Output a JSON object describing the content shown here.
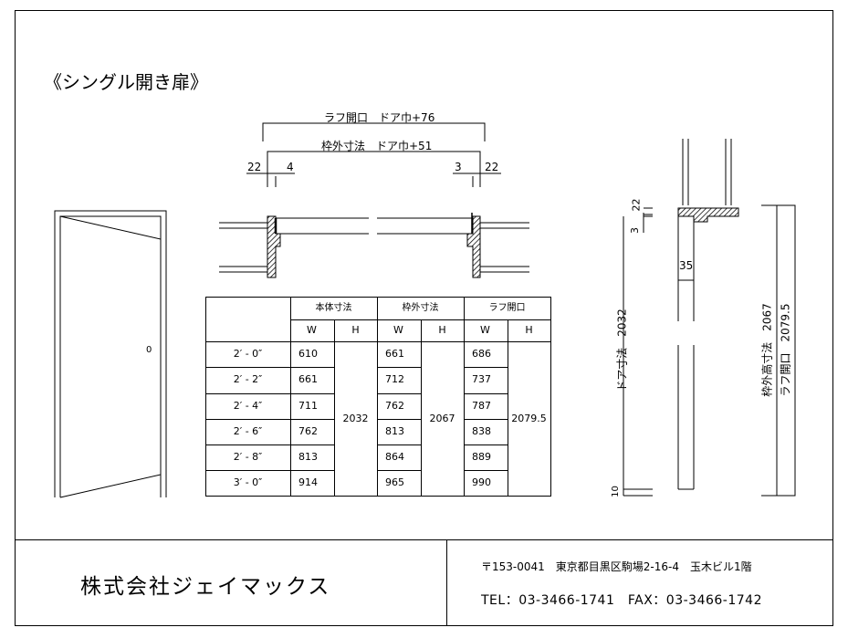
{
  "title": "《シングル開き扉》",
  "plan": {
    "rough_label": "ラフ開口　ドア巾+76",
    "frame_label": "枠外寸法　ドア巾+51",
    "dim_left_outer": "22",
    "dim_left_inner": "4",
    "dim_right_inner": "3",
    "dim_right_outer": "22"
  },
  "elevation": {
    "handle": "0"
  },
  "table": {
    "groups": [
      "本体寸法",
      "枠外寸法",
      "ラフ開口"
    ],
    "sub": [
      "W",
      "H",
      "W",
      "H",
      "W",
      "H"
    ],
    "rows": [
      {
        "size": "2′ - 0″",
        "w1": "610",
        "w2": "661",
        "w3": "686"
      },
      {
        "size": "2′ - 2″",
        "w1": "661",
        "w2": "712",
        "w3": "737"
      },
      {
        "size": "2′ - 4″",
        "w1": "711",
        "w2": "762",
        "w3": "787"
      },
      {
        "size": "2′ - 6″",
        "w1": "762",
        "w2": "813",
        "w3": "838"
      },
      {
        "size": "2′ - 8″",
        "w1": "813",
        "w2": "864",
        "w3": "889"
      },
      {
        "size": "3′ - 0″",
        "w1": "914",
        "w2": "965",
        "w3": "990"
      }
    ],
    "h1": "2032",
    "h2": "2067",
    "h3": "2079.5"
  },
  "section": {
    "dim_22": "22",
    "dim_3": "3",
    "dim_35": "35",
    "door_label": "ドア寸法　2032",
    "frame_label": "枠外高寸法　2067",
    "rough_label": "ラフ開口　2079.5",
    "dim_10": "10"
  },
  "footer": {
    "company": "株式会社ジェイマックス",
    "address": "〒153-0041　東京都目黒区駒場2-16-4　玉木ビル1階",
    "phone": "TEL：03-3466-1741　FAX：03-3466-1742"
  }
}
